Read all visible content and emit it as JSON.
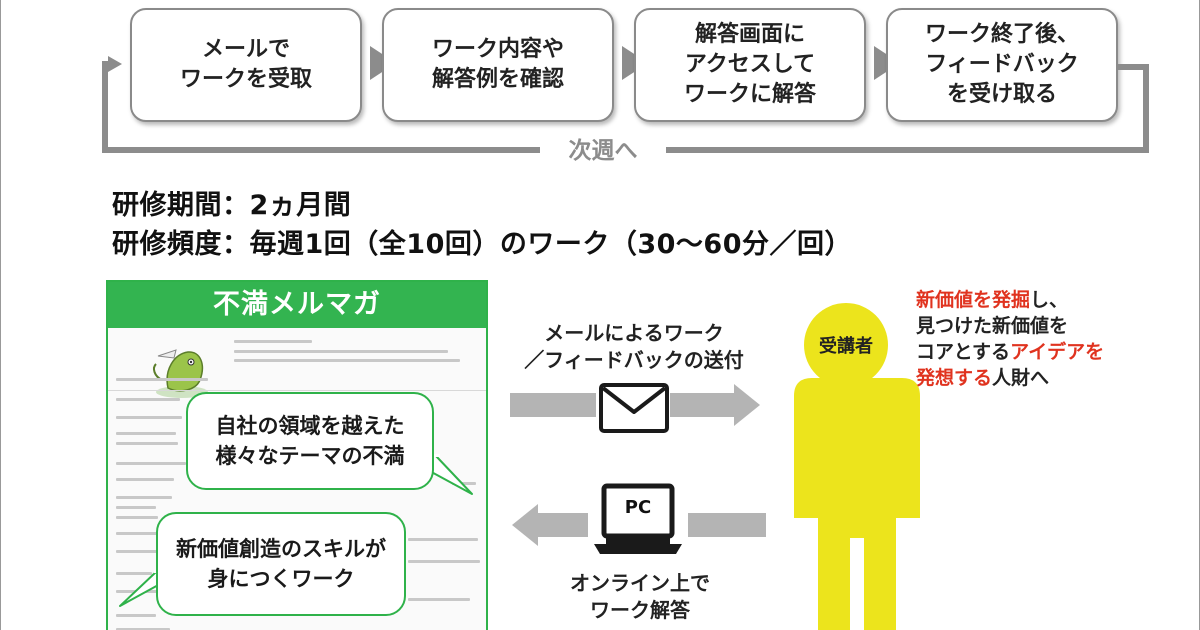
{
  "flow": {
    "steps": [
      {
        "text": "メールで\nワークを受取"
      },
      {
        "text": "ワーク内容や\n解答例を確認"
      },
      {
        "text": "解答画面に\nアクセスして\nワークに解答"
      },
      {
        "text": "ワーク終了後、\nフィードバック\nを受け取る"
      }
    ],
    "loop_label": "次週へ"
  },
  "info": {
    "period": "研修期間：2ヵ月間",
    "frequency": "研修頻度：毎週1回（全10回）のワーク（30～60分／回）"
  },
  "newsletter": {
    "title": "不満メルマガ",
    "bubble_1": "自社の領域を越えた\n様々なテーマの不満",
    "bubble_2": "新価値創造のスキルが\n身につくワーク"
  },
  "middle": {
    "send_label": "メールによるワーク\n／フィードバックの送付",
    "pc_label": "PC",
    "answer_label": "オンライン上で\nワーク解答"
  },
  "trainee": {
    "label": "受講者",
    "talent_line1_red": "新価値を発掘",
    "talent_line1_rest": "し、",
    "talent_line2": "見つけた新価値を",
    "talent_line3_black": "コアとする",
    "talent_line3_red": "アイデアを",
    "talent_line4_red": "発想する",
    "talent_line4_rest": "人財へ"
  },
  "colors": {
    "green": "#33b450",
    "yellow": "#ece41c",
    "red": "#e0331f",
    "gray": "#8c8c8c"
  }
}
